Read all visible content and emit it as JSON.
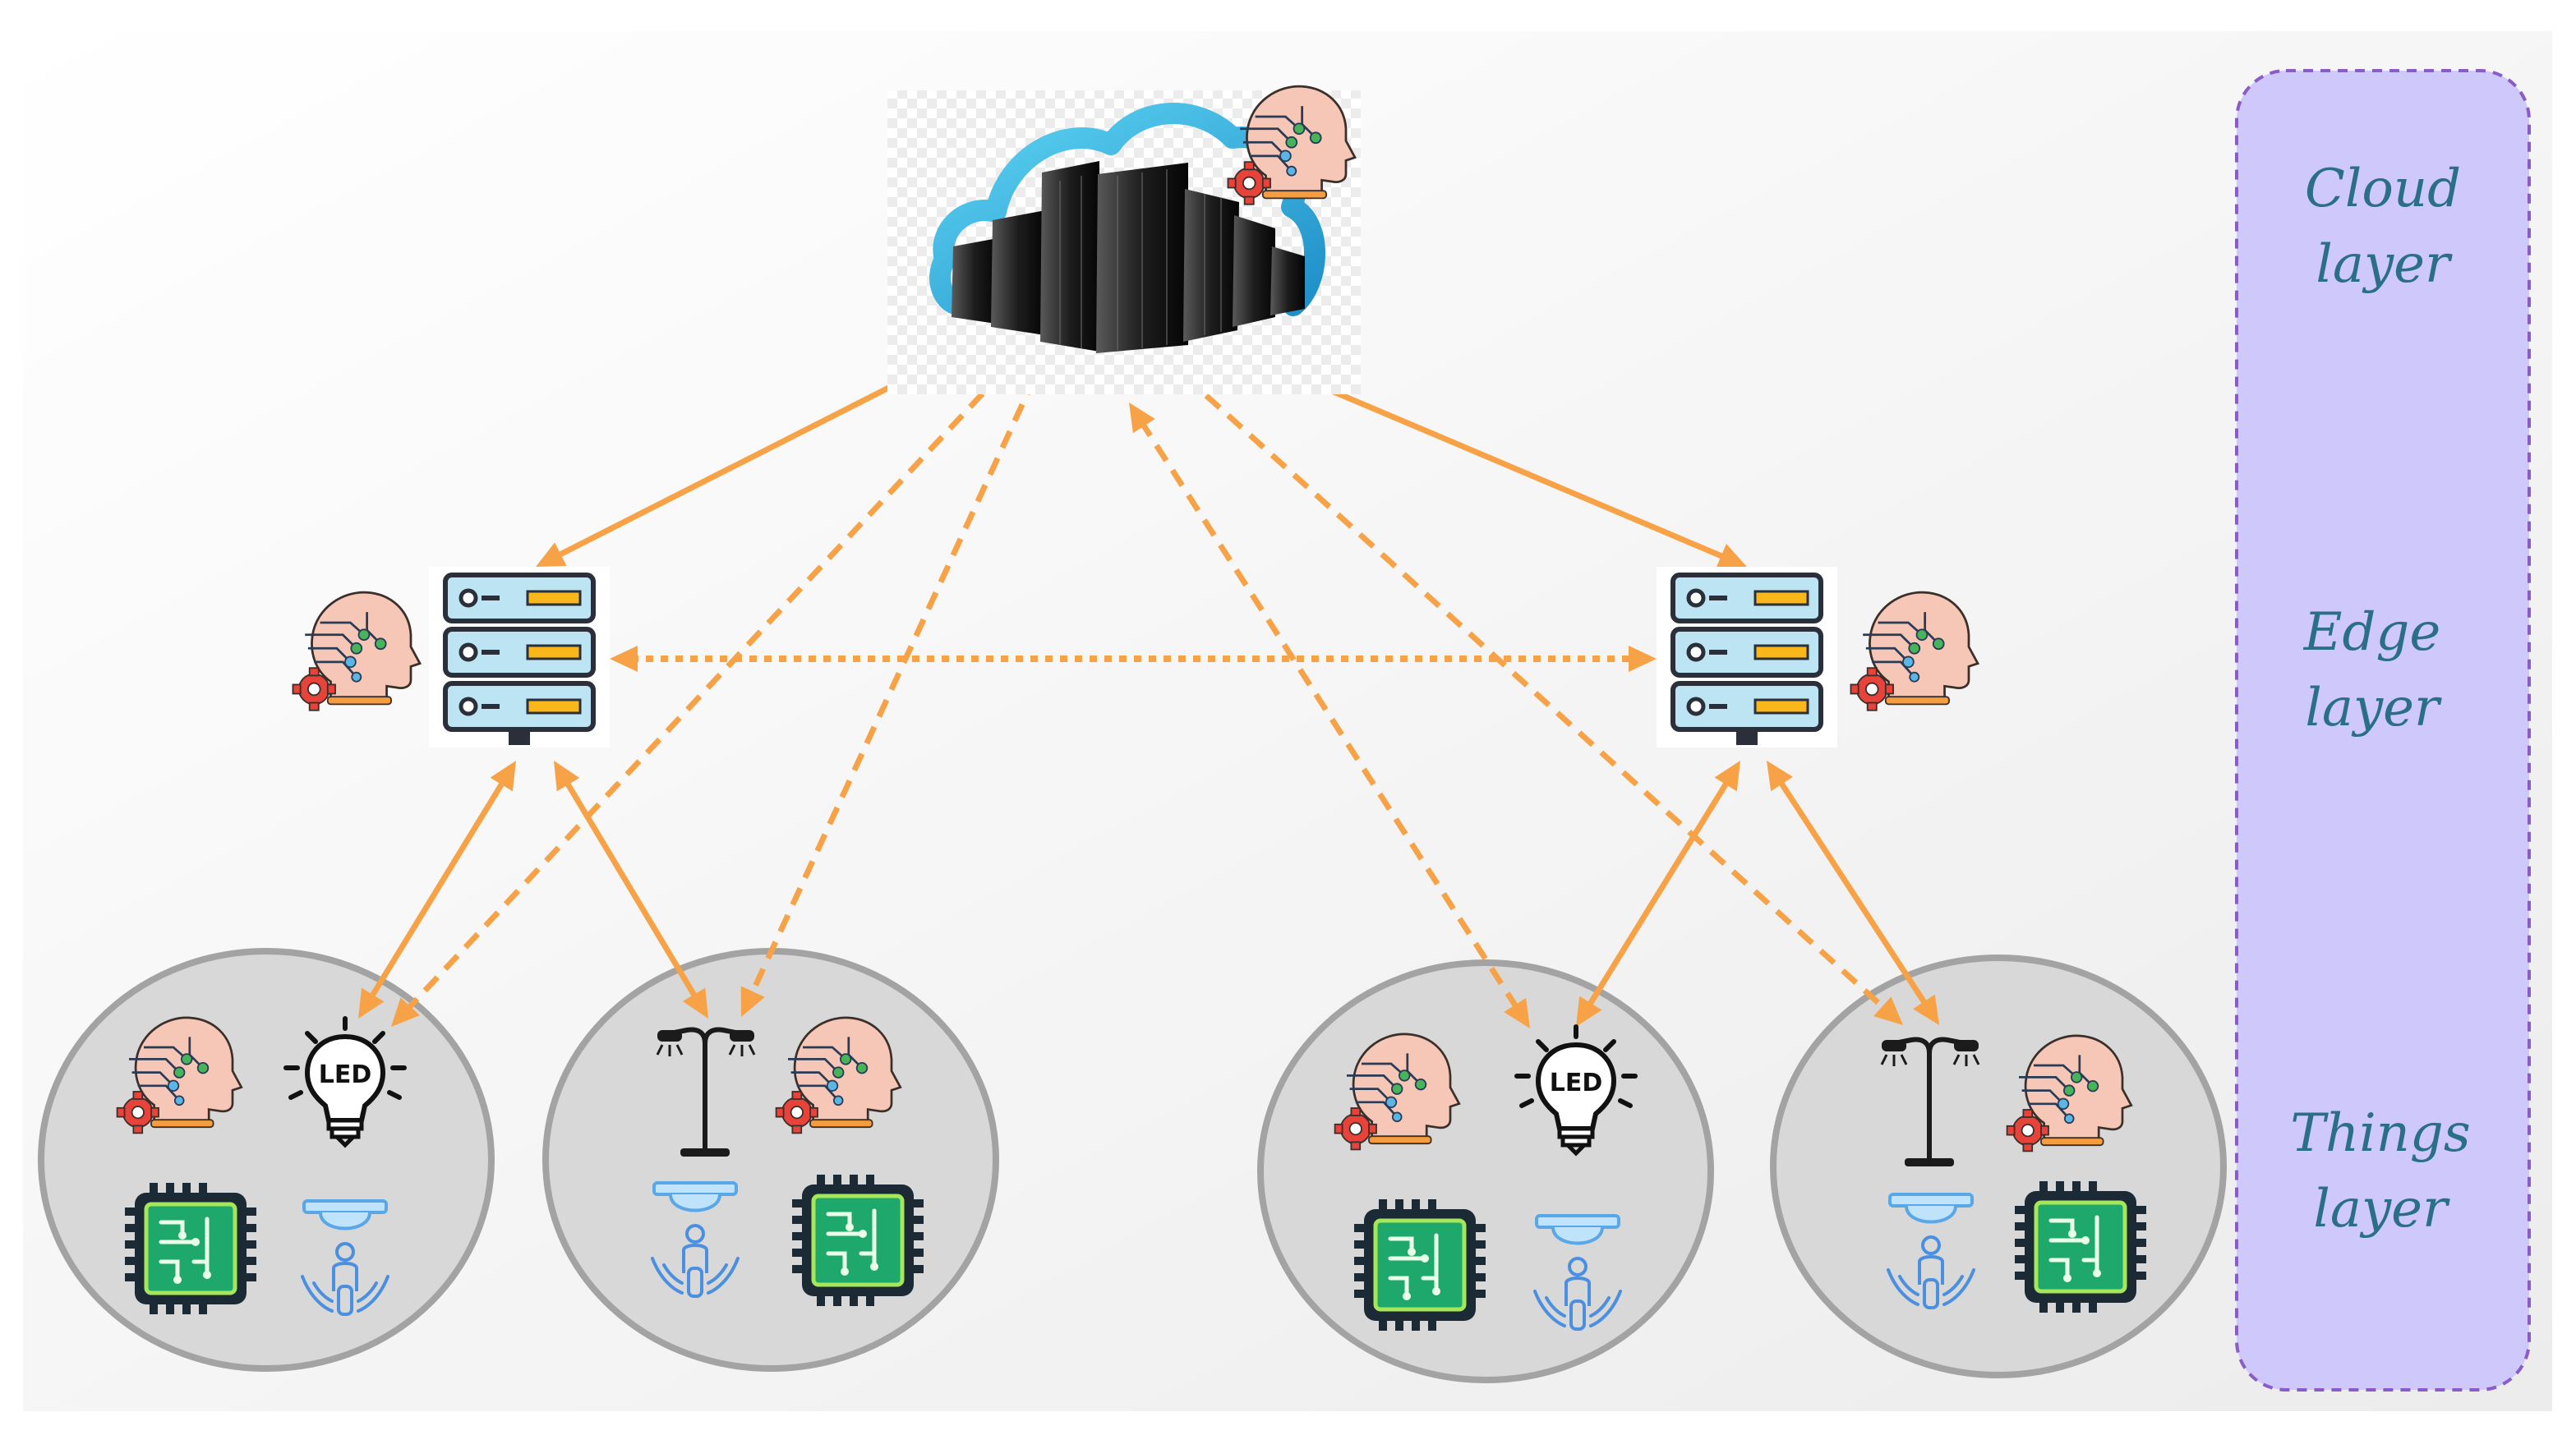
{
  "layers": {
    "cloud": [
      "Cloud",
      "layer"
    ],
    "edge": [
      "Edge",
      "layer"
    ],
    "things": [
      "Things",
      "layer"
    ]
  },
  "led_text": "LED",
  "colors": {
    "arrow": "#f7a246",
    "panel_fill": "#cfc8fb",
    "panel_border": "#8a5cc8",
    "cluster_fill": "#d8d8d8",
    "cluster_border": "#a3a3a3",
    "label": "#2a6f86"
  },
  "icons": {
    "cloud": "cloud-datacenter-icon",
    "edge": "server-rack-icon",
    "ai": "ai-head-gear-icon",
    "bulb": "led-bulb-icon",
    "lamp": "street-lamp-icon",
    "chip": "microchip-icon",
    "sensor": "motion-sensor-icon"
  }
}
